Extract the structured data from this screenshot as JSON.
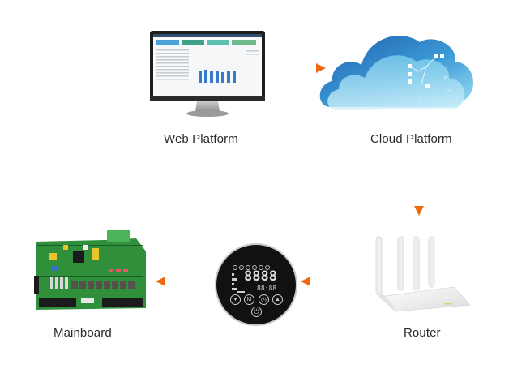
{
  "diagram": {
    "nodes": [
      {
        "id": "web",
        "label": "Web Platform",
        "icon": "monitor-dashboard"
      },
      {
        "id": "cloud",
        "label": "Cloud Platform",
        "icon": "cloud-network"
      },
      {
        "id": "router",
        "label": "Router",
        "icon": "wifi-router"
      },
      {
        "id": "controller",
        "label": "",
        "icon": "round-lcd-controller"
      },
      {
        "id": "mainboard",
        "label": "Mainboard",
        "icon": "circuit-board"
      }
    ],
    "edges": [
      {
        "from": "web",
        "to": "cloud",
        "style": "dotted-gradient-arrow"
      },
      {
        "from": "cloud",
        "to": "router",
        "style": "dotted-gradient-arrow"
      },
      {
        "from": "router",
        "to": "controller",
        "style": "dotted-gradient-arrow"
      },
      {
        "from": "controller",
        "to": "mainboard",
        "style": "dotted-gradient-arrow"
      }
    ],
    "controller_display": {
      "digits": "8888",
      "small_digits": "88:88",
      "buttons": [
        "down",
        "M",
        "clock",
        "up"
      ],
      "power_button": "power"
    },
    "colors": {
      "arrow_start": "#f7d84a",
      "arrow_end": "#ee6a10",
      "cloud_dark": "#1f5fae",
      "cloud_light": "#7ed0ee",
      "label_text": "#2a2a2a",
      "pcb_green": "#2f8f3a",
      "controller_bg": "#111111"
    }
  }
}
